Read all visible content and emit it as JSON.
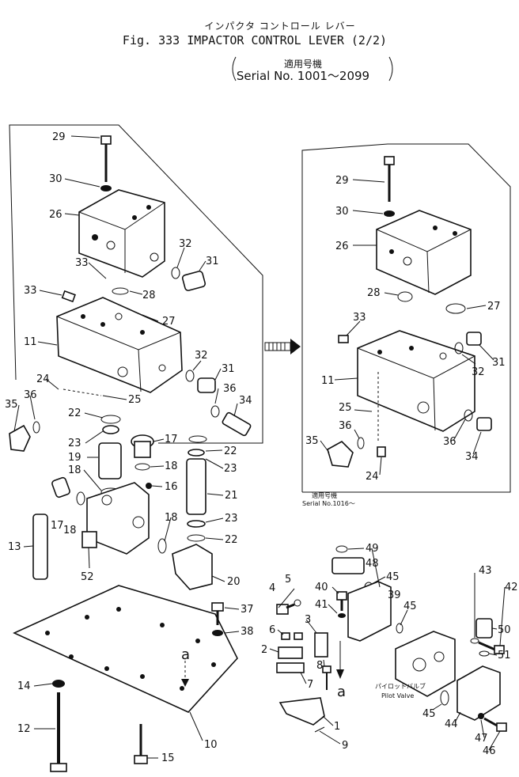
{
  "header": {
    "title_jp": "インパクタ コントロール レバー",
    "figure_title": "Fig. 333 IMPACTOR CONTROL LEVER (2/2)",
    "applicability_jp": "適用号機",
    "serial_range": "Serial No. 1001～2099"
  },
  "inset": {
    "applicability_jp": "適用号機",
    "serial": "Serial No.1016～"
  },
  "annotations": {
    "pilot_valve_jp": "パイロットバルブ",
    "pilot_valve": "Pilot Valve",
    "view_marker": "a"
  },
  "callouts": [
    "29",
    "30",
    "26",
    "32",
    "31",
    "33",
    "28",
    "27",
    "11",
    "24",
    "36",
    "25",
    "35",
    "34",
    "22",
    "23",
    "17",
    "19",
    "18",
    "16",
    "21",
    "13",
    "52",
    "20",
    "12",
    "14",
    "15",
    "10",
    "37",
    "38",
    "6",
    "2",
    "7",
    "8",
    "5",
    "4",
    "3",
    "40",
    "41",
    "49",
    "48",
    "45",
    "39",
    "1",
    "9",
    "43",
    "42",
    "50",
    "51",
    "44",
    "47",
    "46"
  ]
}
